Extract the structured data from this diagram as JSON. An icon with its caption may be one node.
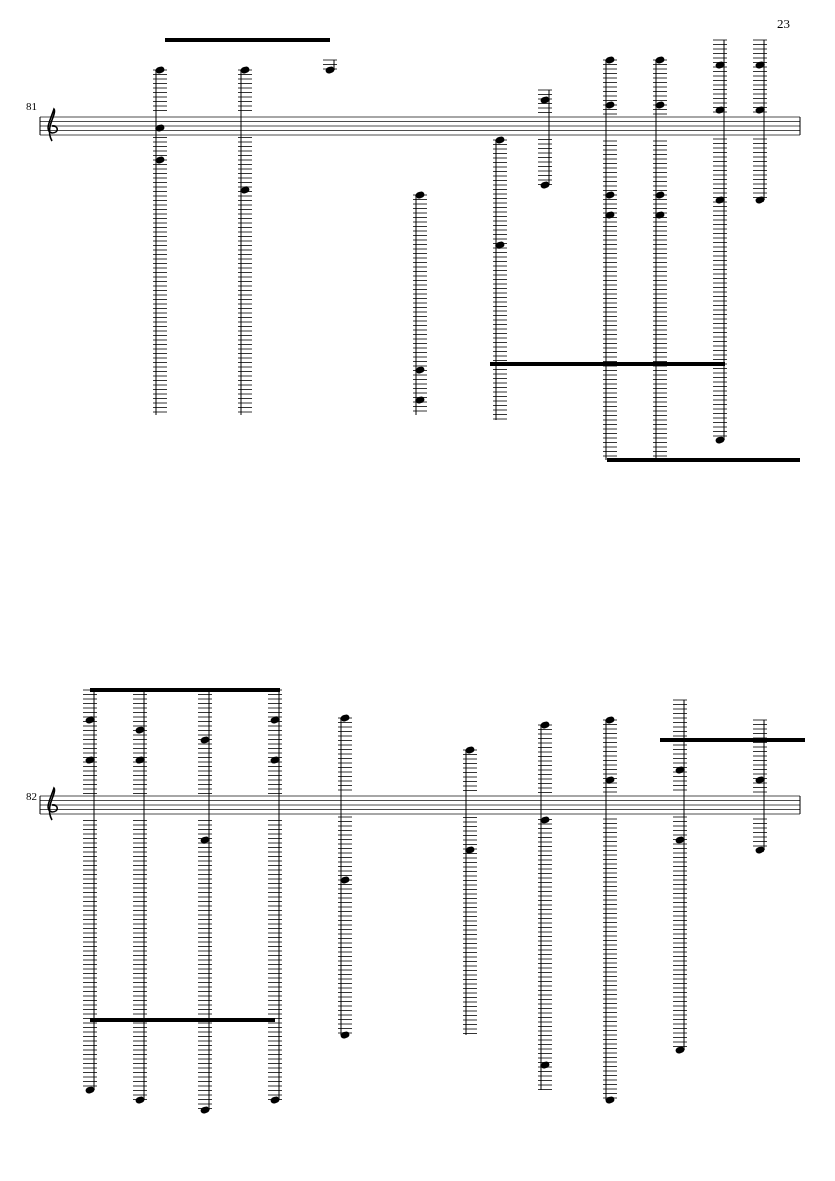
{
  "diagram": {
    "labels": [
      "23",
      "81",
      "82"
    ]
  }
}
